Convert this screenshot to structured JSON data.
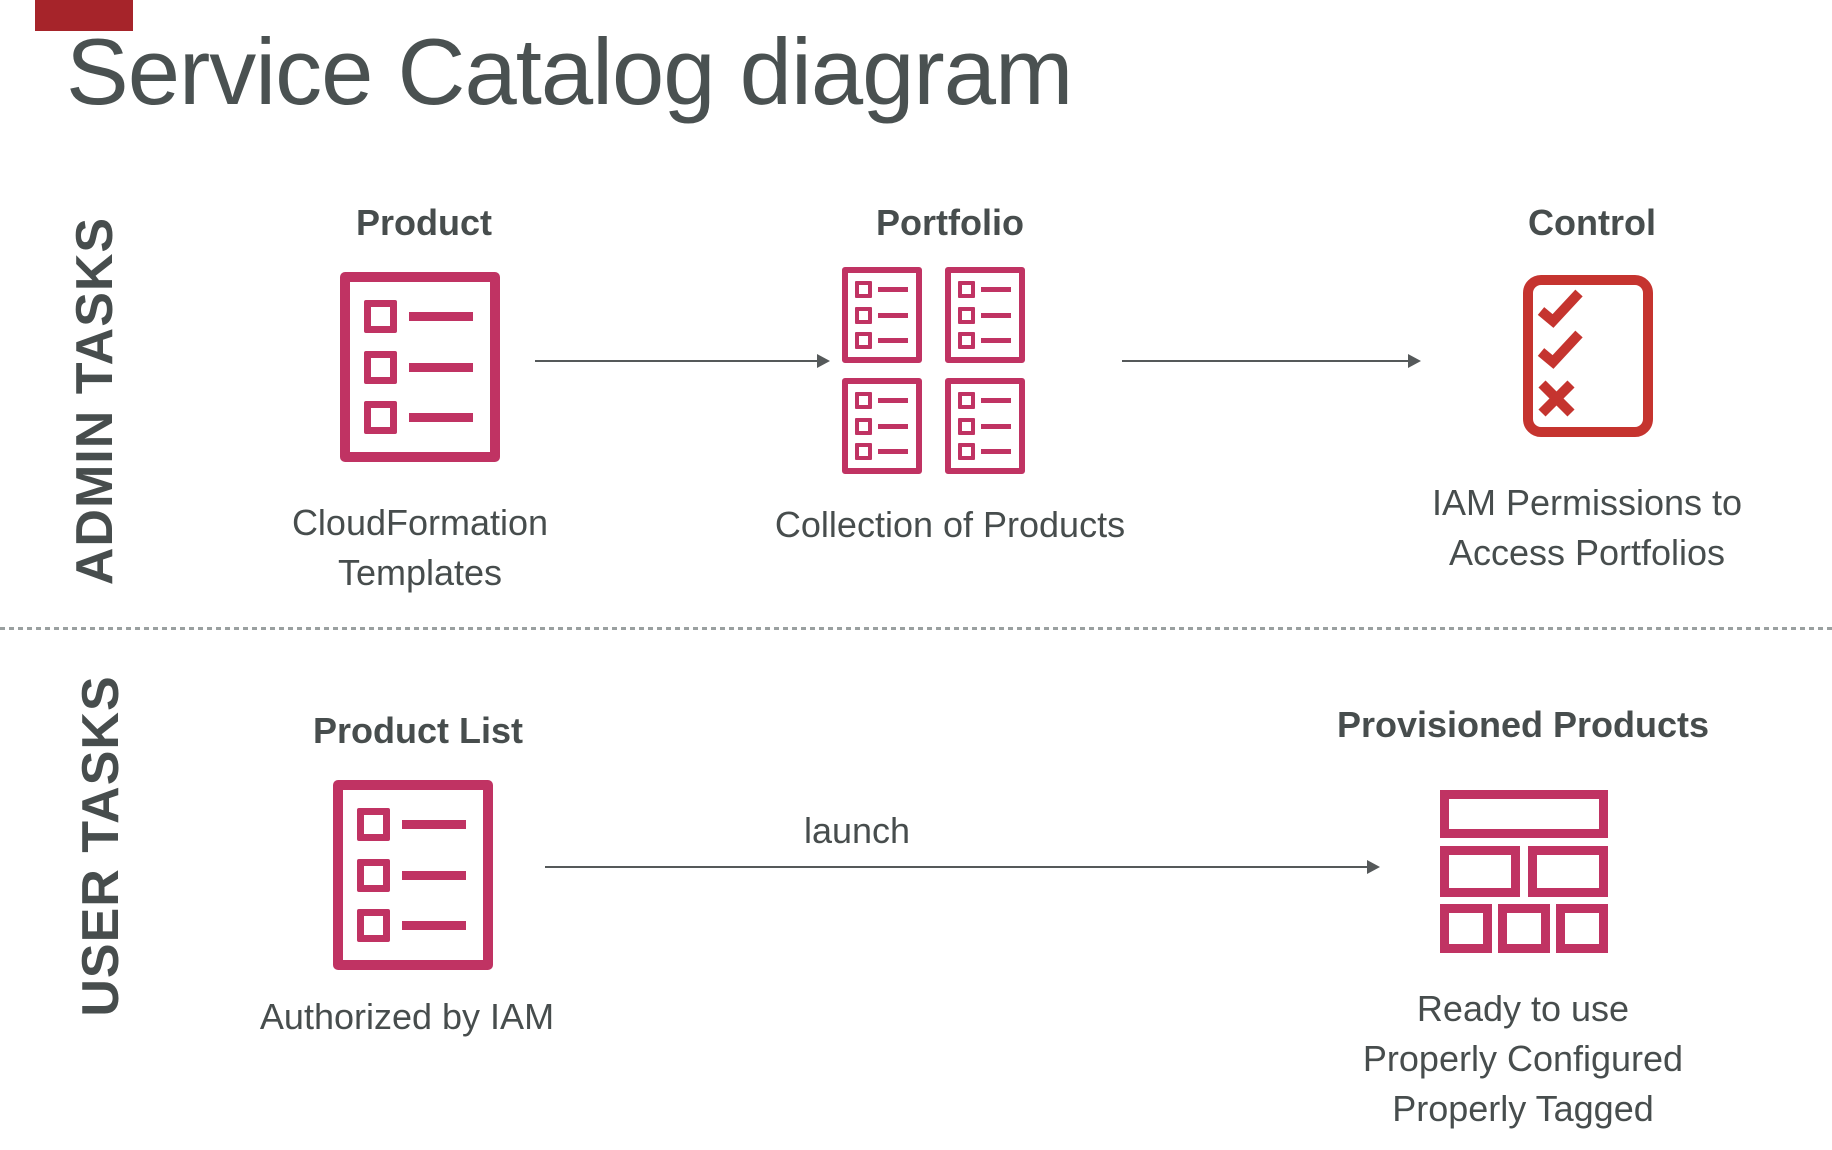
{
  "page": {
    "title": "Service Catalog diagram"
  },
  "colors": {
    "text_dark_gray": "#474d4d",
    "icon_pink": "#c03363",
    "icon_red": "#c5342f",
    "arrow_gray": "#55595a",
    "divider_gray": "#9aa0a0",
    "accent_red": "#a6242a"
  },
  "sections": {
    "admin": {
      "label": "ADMIN TASKS",
      "items": [
        {
          "title": "Product",
          "icon": "product-list-icon",
          "caption_lines": [
            "CloudFormation",
            "Templates"
          ]
        },
        {
          "title": "Portfolio",
          "icon": "portfolio-grid-icon",
          "caption_lines": [
            "Collection of Products"
          ]
        },
        {
          "title": "Control",
          "icon": "checklist-icon",
          "caption_lines": [
            "IAM Permissions to",
            "Access Portfolios"
          ]
        }
      ]
    },
    "user": {
      "label": "USER TASKS",
      "arrow_label": "launch",
      "items": [
        {
          "title": "Product List",
          "icon": "product-list-icon",
          "caption_lines": [
            "Authorized by IAM"
          ]
        },
        {
          "title": "Provisioned Products",
          "icon": "provisioned-products-icon",
          "caption_lines": [
            "Ready to use",
            "Properly Configured",
            "Properly Tagged"
          ]
        }
      ]
    }
  }
}
